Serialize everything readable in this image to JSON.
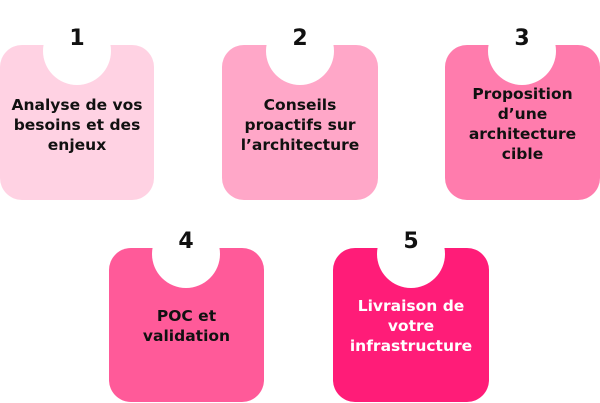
{
  "steps": [
    {
      "number": "1",
      "label": "Analyse de vos\nbesoins et des\nenjeux",
      "color": "#ffd2e3",
      "text_color": "#111111"
    },
    {
      "number": "2",
      "label": "Conseils\nproactifs sur\nl’architecture",
      "color": "#ffa7c8",
      "text_color": "#111111"
    },
    {
      "number": "3",
      "label": "Proposition\nd’une\narchitecture\ncible",
      "color": "#ff7cad",
      "text_color": "#111111"
    },
    {
      "number": "4",
      "label": "POC et\nvalidation",
      "color": "#ff5a99",
      "text_color": "#111111"
    },
    {
      "number": "5",
      "label": "Livraison de\nvotre\ninfrastructure",
      "color": "#ff1c78",
      "text_color": "#ffffff"
    }
  ]
}
